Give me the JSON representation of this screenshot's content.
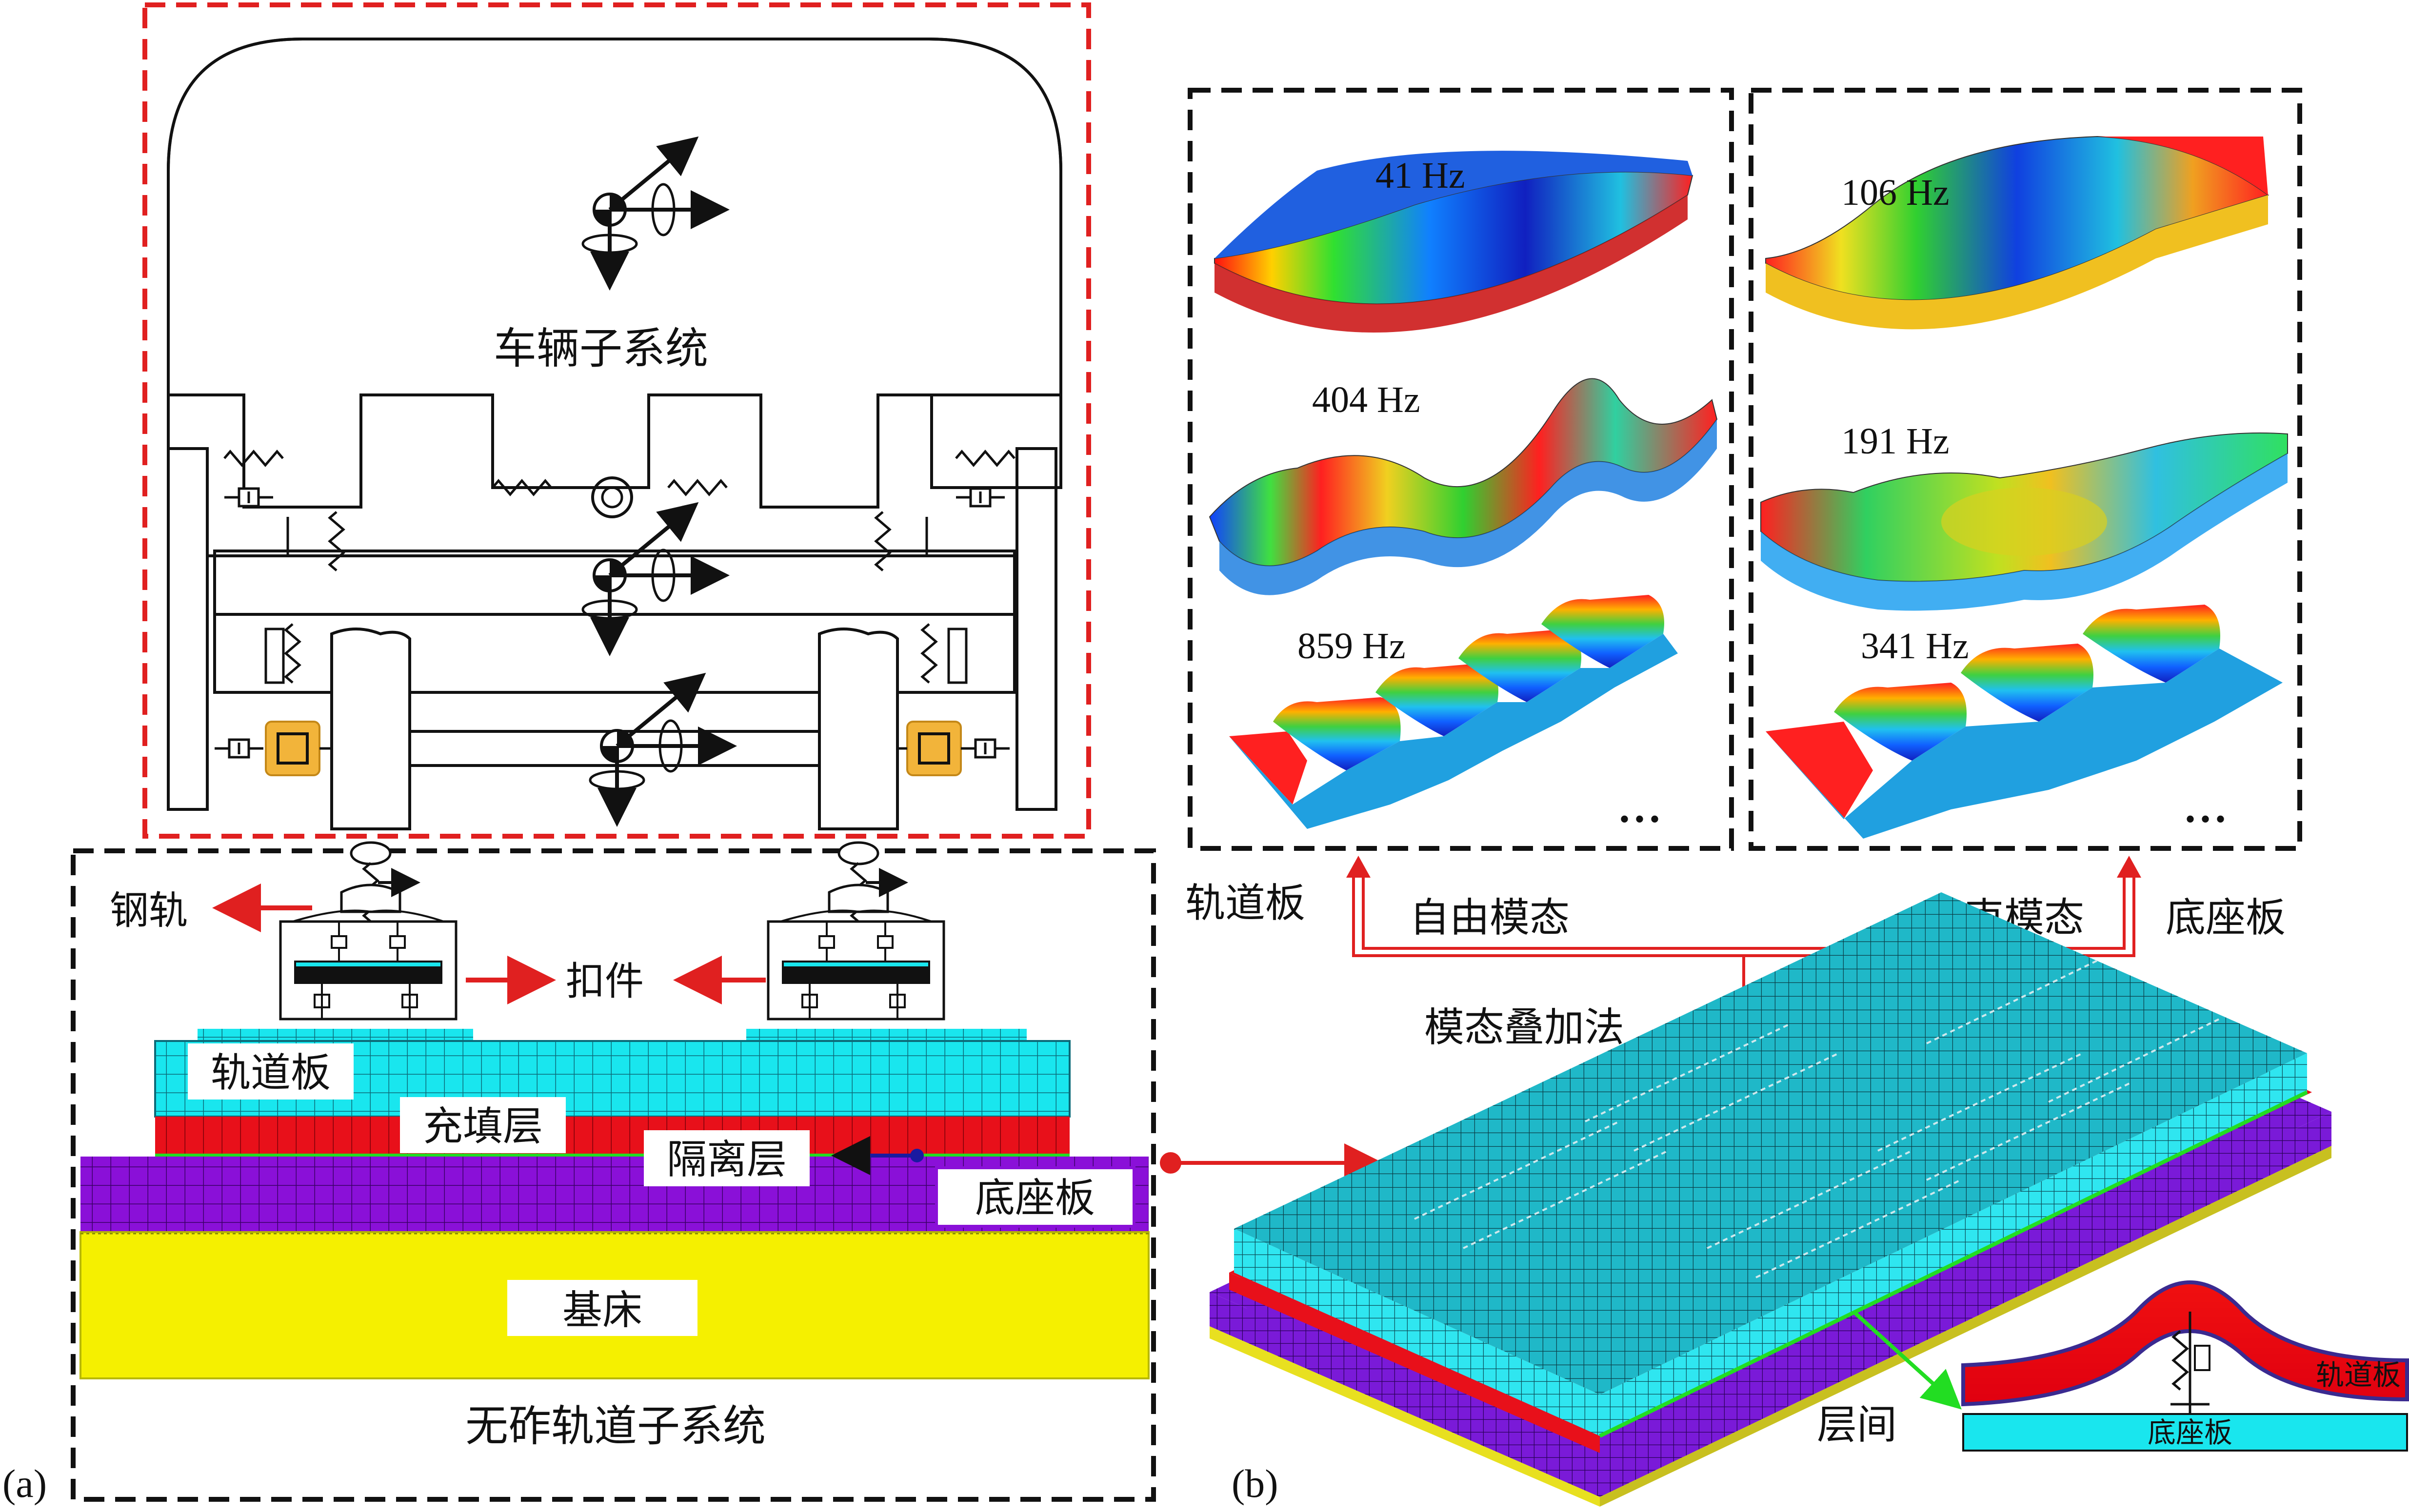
{
  "panel_a": {
    "caption": "(a)",
    "vehicle_label": "车辆子系统",
    "track_label": "无砟轨道子系统",
    "rail_label": "钢轨",
    "fastener_label": "扣件",
    "track_slab_label": "轨道板",
    "filling_layer_label": "充填层",
    "isolation_layer_label": "隔离层",
    "base_plate_label": "底座板",
    "subgrade_label": "基床"
  },
  "panel_b": {
    "caption": "(b)",
    "free_modes": [
      "41 Hz",
      "404 Hz",
      "859 Hz"
    ],
    "constrained_modes": [
      "106 Hz",
      "191 Hz",
      "341 Hz"
    ],
    "ellipsis": "•••",
    "track_slab_label": "轨道板",
    "free_mode_label": "自由模态",
    "constrained_mode_label": "约束模态",
    "base_plate_label": "底座板",
    "superposition_label": "模态叠加法",
    "interlayer_label": "层间",
    "inset_track_slab": "轨道板",
    "inset_base_plate": "底座板"
  },
  "colors": {
    "vehicle_border": "#e02020",
    "track_border": "#111111",
    "slab_cyan": "#19e6ee",
    "filling_red": "#e8101a",
    "base_purple": "#8a10d8",
    "subgrade_yellow": "#f5f000",
    "arrow_red": "#e02020",
    "damper_orange": "#f2b43a",
    "interlayer_green": "#22dd22"
  }
}
